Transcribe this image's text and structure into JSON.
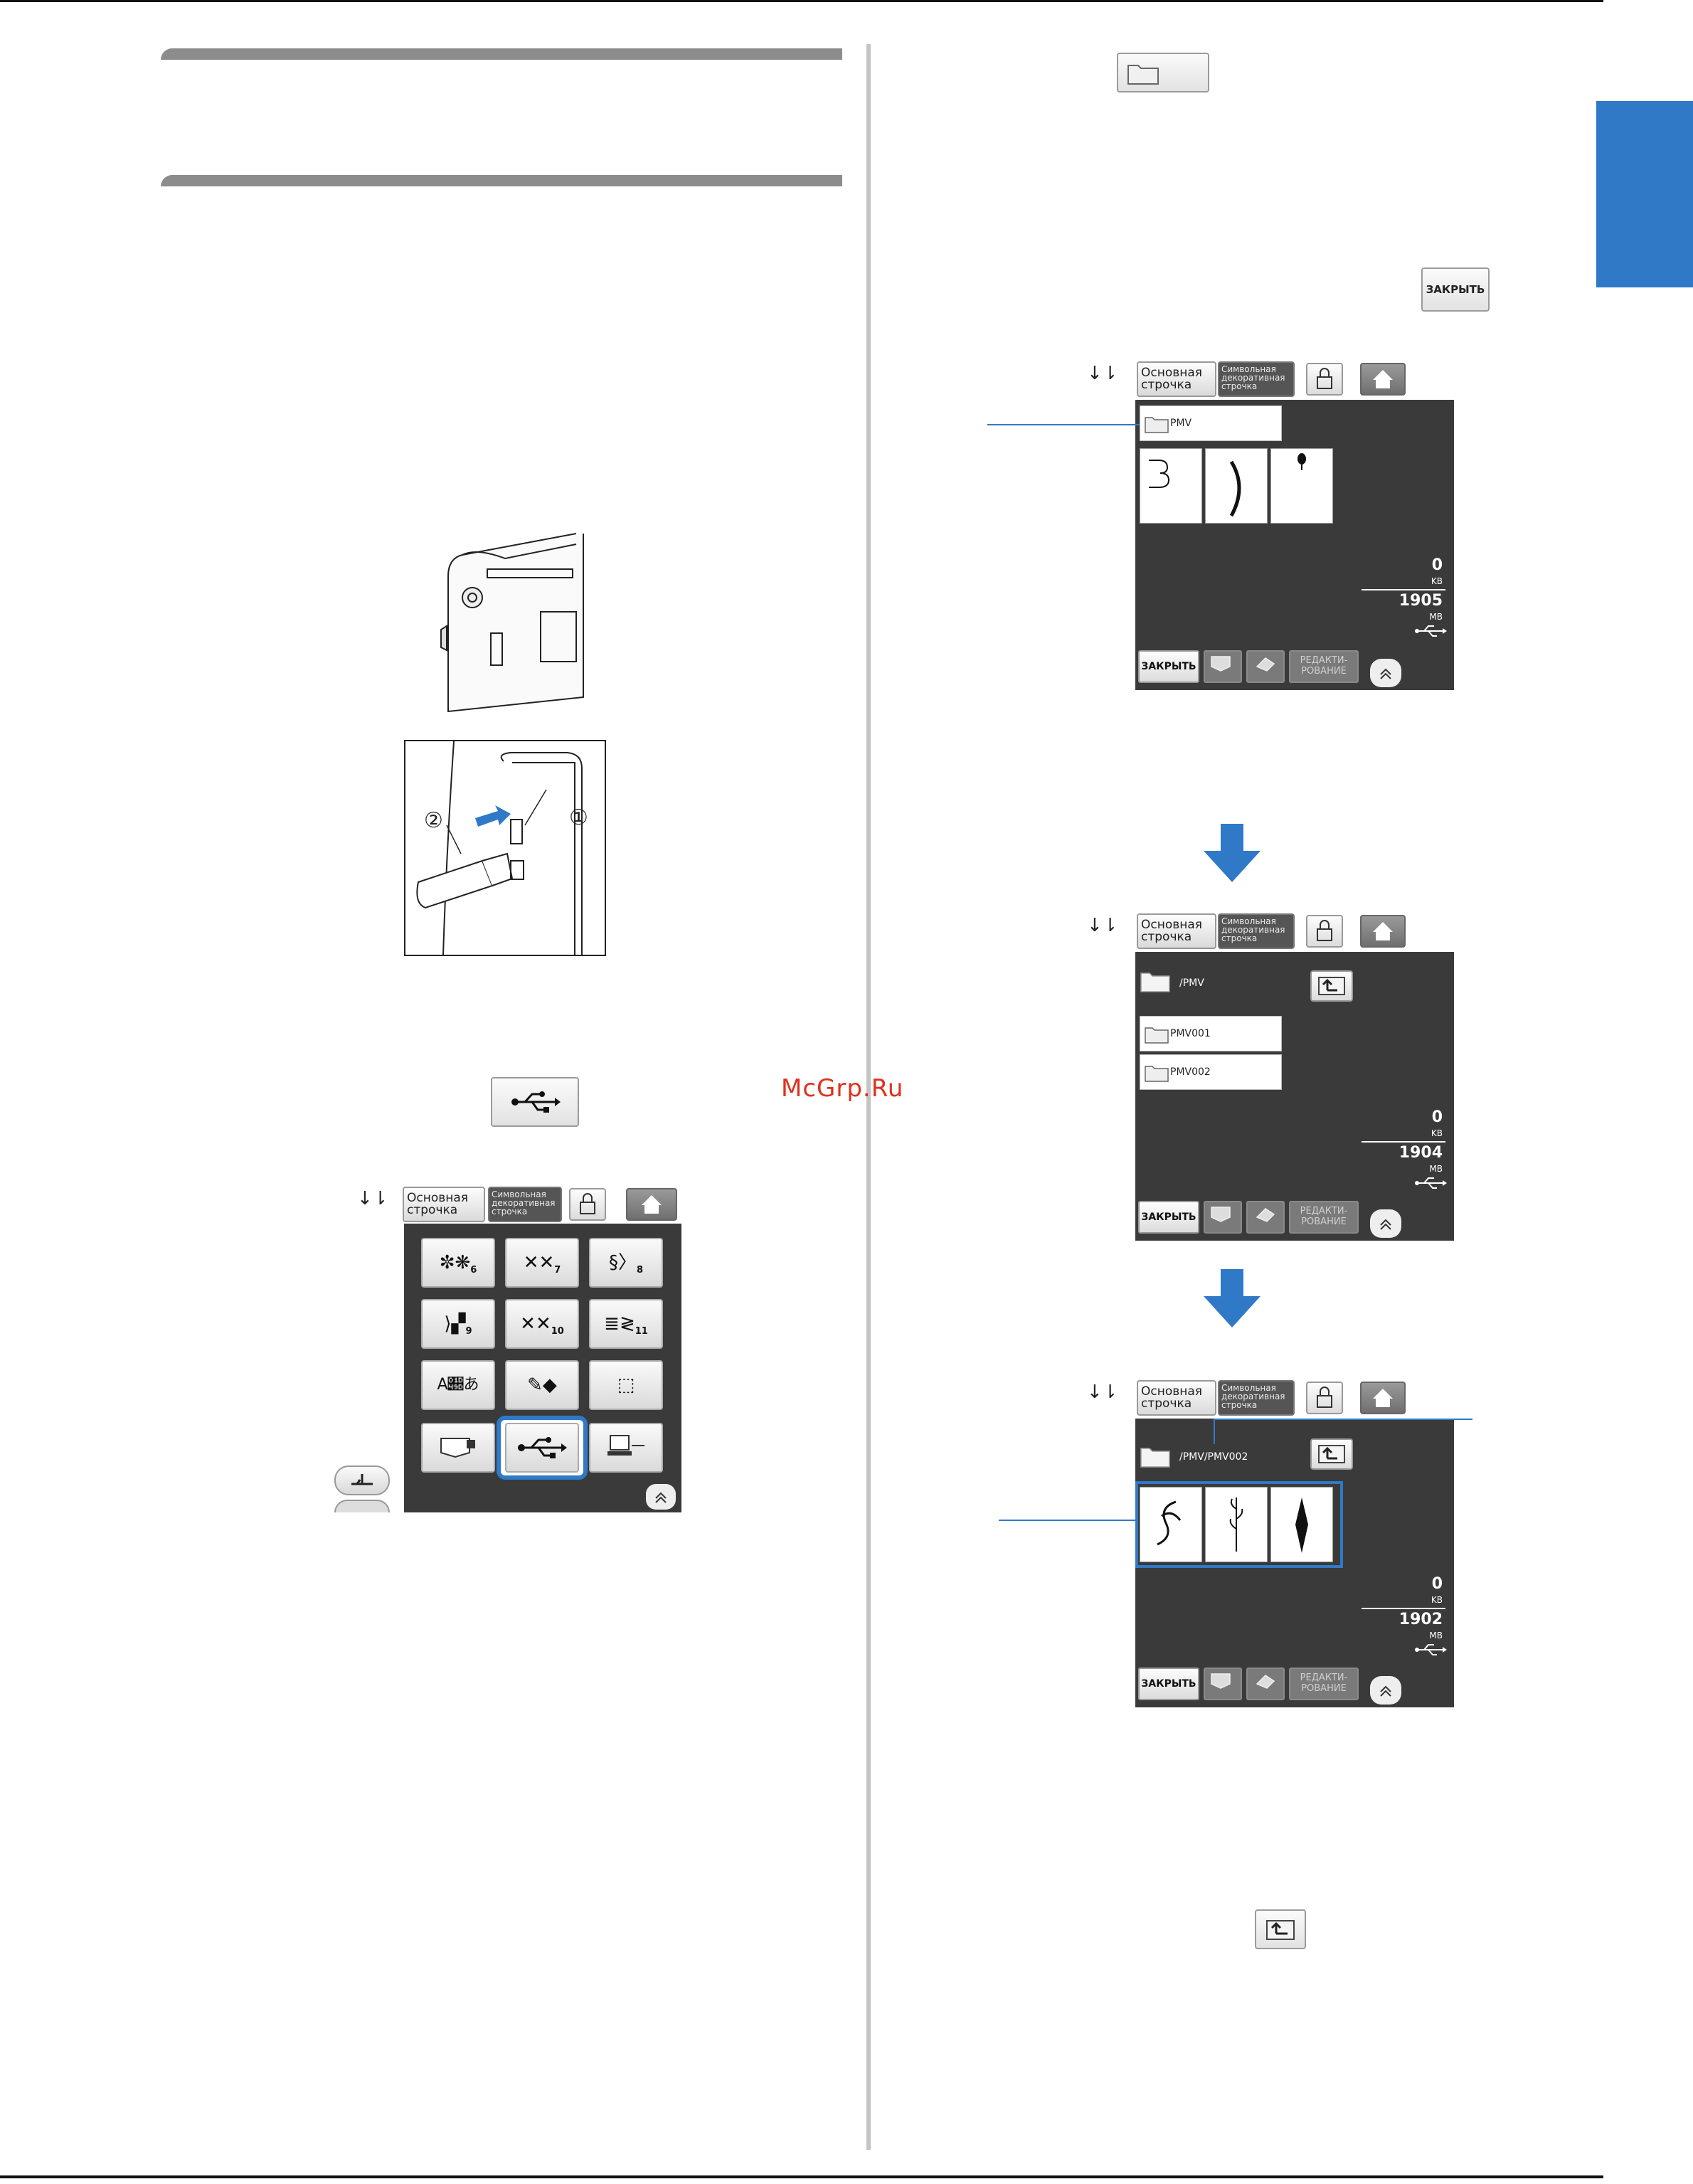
{
  "page": {
    "watermark": "McGrp.Ru",
    "accent_color": "#2f79c7"
  },
  "inline_buttons": {
    "close": "ЗАКРЫТЬ"
  },
  "illustration": {
    "callout_1": "①",
    "callout_2": "②"
  },
  "screen_common": {
    "tab_basic": "Основная строчка",
    "tab_decor": "Символьная декоративная строчка",
    "close_button": "ЗАКРЫТЬ",
    "edit_button": "РЕДАКТИ-РОВАНИЕ",
    "kb_value": "0",
    "kb_unit": "KB",
    "mb_unit": "MB"
  },
  "screen_a": {
    "folder": "PMV",
    "mb_value": "1905"
  },
  "screen_b": {
    "path": "/PMV",
    "folders": [
      "PMV001",
      "PMV002"
    ],
    "mb_value": "1904"
  },
  "screen_c": {
    "path": "/PMV/PMV002",
    "mb_value": "1902"
  },
  "stitch_menu": {
    "cells": [
      {
        "glyph": "✼❋",
        "num": "6"
      },
      {
        "glyph": "✕✕",
        "num": "7"
      },
      {
        "glyph": "§〉",
        "num": "8"
      },
      {
        "glyph": "⟩▞",
        "num": "9"
      },
      {
        "glyph": "✕✕",
        "num": "10"
      },
      {
        "glyph": "≣≷",
        "num": "11"
      },
      {
        "glyph": "A𝒝あ",
        "num": ""
      },
      {
        "glyph": "✎◆",
        "num": ""
      },
      {
        "glyph": "⬚",
        "num": ""
      }
    ]
  }
}
